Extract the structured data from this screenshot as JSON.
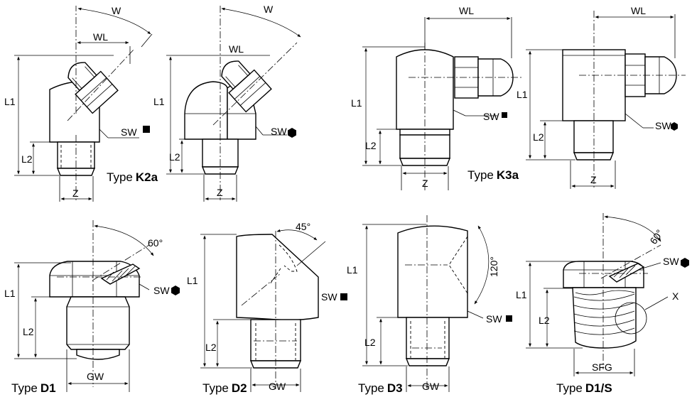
{
  "labels": {
    "W": "W",
    "WL": "WL",
    "L1": "L1",
    "L2": "L2",
    "Z": "Z",
    "GW": "GW",
    "SFG": "SFG",
    "X": "X",
    "SW": "SW",
    "angle_60": "60°",
    "angle_45": "45°",
    "angle_120": "120°"
  },
  "types": {
    "prefix": "Type",
    "k2a": "K2a",
    "k3a": "K3a",
    "d1": "D1",
    "d2": "D2",
    "d3": "D3",
    "d1s": "D1/S"
  }
}
